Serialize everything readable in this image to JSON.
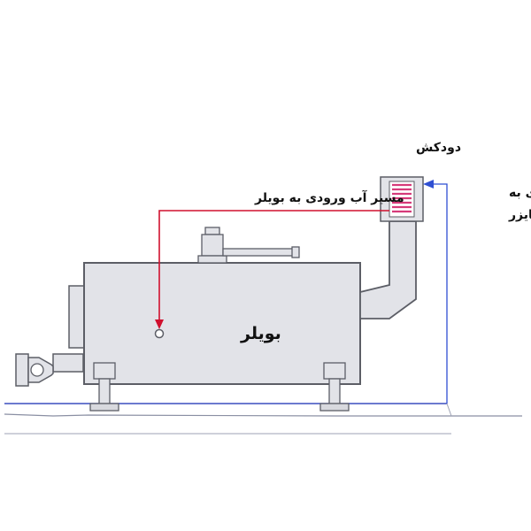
{
  "labels": {
    "chimney": "دودکش",
    "inlet_line1": "آب ورودی به",
    "inlet_line2": "اکونومایزر",
    "water_path": "مسیر آب ورودی به بویلر",
    "boiler": "بویلر"
  },
  "colors": {
    "background": "#ffffff",
    "equipment_fill": "#e2e3e8",
    "equipment_stroke": "#5c5e66",
    "water_path_red": "#d0102e",
    "inlet_blue": "#2f4fd2",
    "coil_pink": "#d63a7a",
    "ground_line": "#7a7f96",
    "text": "#111111"
  }
}
